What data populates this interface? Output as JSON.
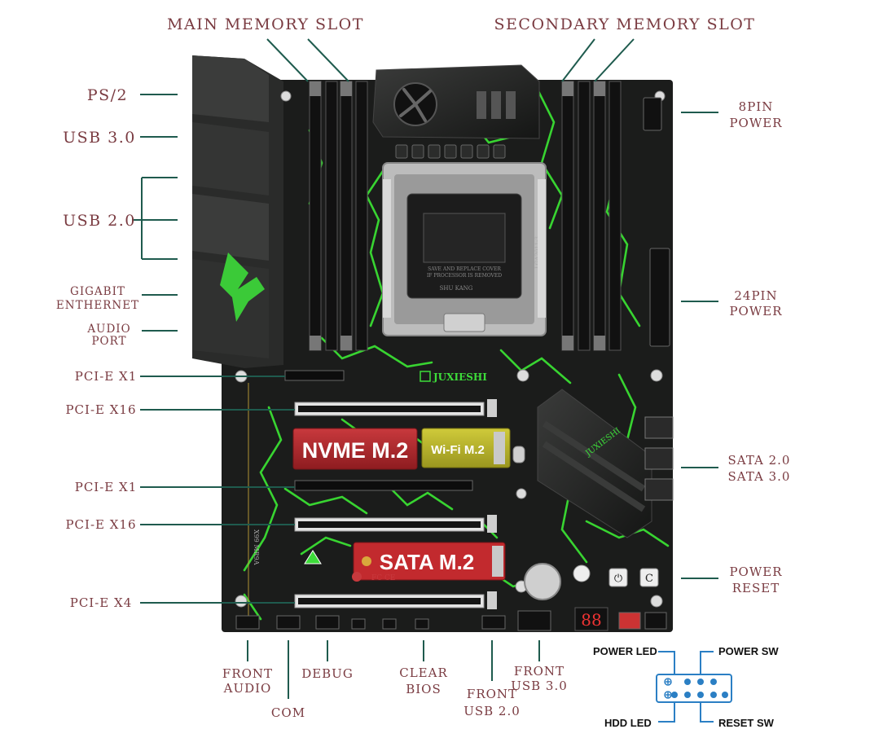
{
  "labels": {
    "main_memory": "MAIN MEMORY SLOT",
    "secondary_memory": "SECONDARY MEMORY SLOT",
    "ps2": "PS/2",
    "usb30": "USB 3.0",
    "usb20": "USB 2.0",
    "gigabit_1": "GIGABIT",
    "gigabit_2": "ENTHERNET",
    "audio_1": "AUDIO",
    "audio_2": "PORT",
    "pcie_x1_a": "PCI-E X1",
    "pcie_x16_a": "PCI-E X16",
    "pcie_x1_b": "PCI-E X1",
    "pcie_x16_b": "PCI-E X16",
    "pcie_x4": "PCI-E X4",
    "pin8_1": "8PIN",
    "pin8_2": "POWER",
    "pin24_1": "24PIN",
    "pin24_2": "POWER",
    "sata_1": "SATA 2.0",
    "sata_2": "SATA 3.0",
    "power_reset_1": "POWER",
    "power_reset_2": "RESET",
    "front_audio_1": "FRONT",
    "front_audio_2": "AUDIO",
    "com": "COM",
    "debug": "DEBUG",
    "clear_bios_1": "CLEAR",
    "clear_bios_2": "BIOS",
    "front_usb20_1": "FRONT",
    "front_usb20_2": "USB 2.0",
    "front_usb30_1": "FRONT",
    "front_usb30_2": "USB 3.0"
  },
  "board": {
    "brand": "JUXIESHI",
    "heatsink_brand": "JUXIESHI",
    "socket_model": "LGA2011-3",
    "socket_text_1": "SAVE AND REPLACE COVER",
    "socket_text_2": "IF PROCESSOR IS REMOVED",
    "socket_text_3": "SHU KANG",
    "model_vertical": "X99 MR9A",
    "nvme_label": "NVME M.2",
    "wifi_label": "Wi-Fi M.2",
    "sata_m2_label": "SATA M.2",
    "debug_display": "88",
    "button_power": "⏻",
    "button_reset": "C"
  },
  "panel": {
    "power_led": "POWER LED",
    "power_sw": "POWER SW",
    "hdd_led": "HDD LED",
    "reset_sw": "RESET SW"
  },
  "colors": {
    "label": "#7a3b41",
    "leader": "#1f5b4e",
    "board": "#1a1b1a",
    "accent_green": "#3ddc3a",
    "nvme": "#b0262b",
    "wifi": "#b7b32a",
    "sata_m2": "#c42a2e",
    "pin_header": "#2b7fc4"
  }
}
